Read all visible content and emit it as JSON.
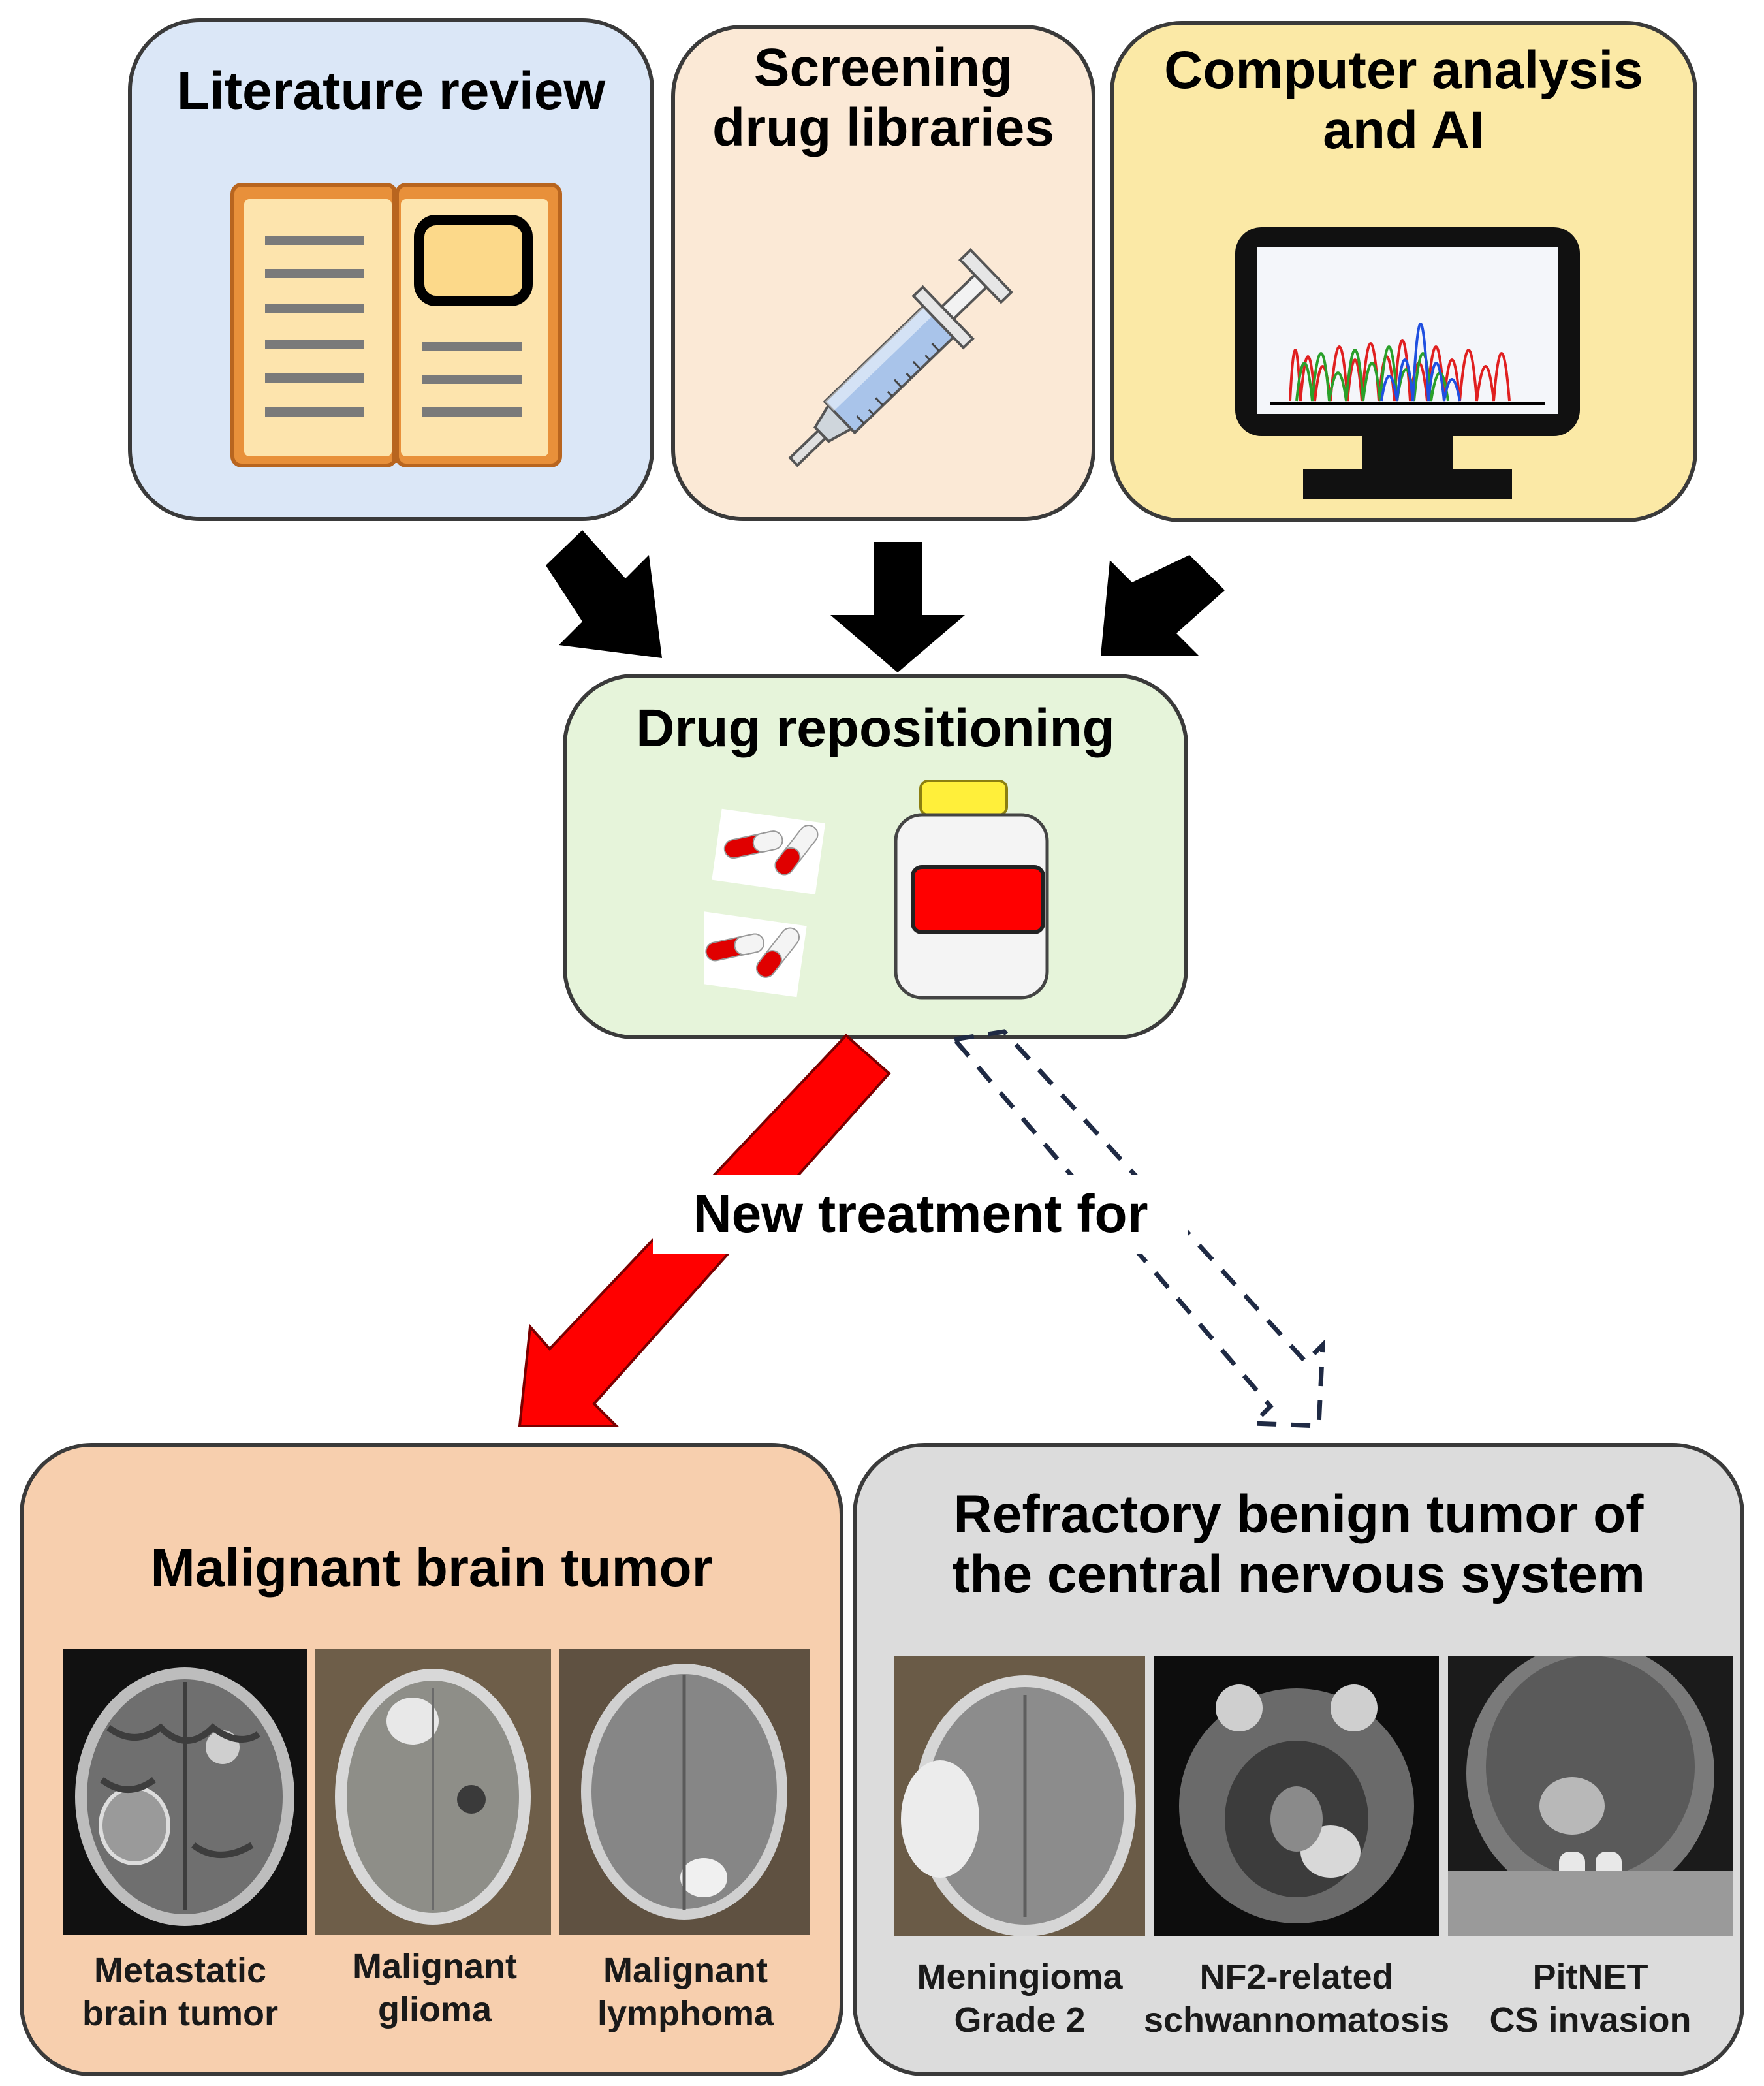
{
  "sources": {
    "literature": {
      "title": "Literature review",
      "icon": "open-book-icon"
    },
    "screening": {
      "title_line1": "Screening",
      "title_line2": "drug libraries",
      "icon": "syringe-icon"
    },
    "computer": {
      "title_line1": "Computer analysis",
      "title_line2": "and AI",
      "icon": "monitor-chromatogram-icon"
    }
  },
  "center": {
    "title": "Drug repositioning",
    "icon": "pill-bottle-icon"
  },
  "connector_label": "New treatment for",
  "targets": {
    "malignant": {
      "title": "Malignant brain tumor",
      "images": [
        {
          "caption_line1": "Metastatic",
          "caption_line2": "brain tumor"
        },
        {
          "caption_line1": "Malignant",
          "caption_line2": "glioma"
        },
        {
          "caption_line1": "Malignant",
          "caption_line2": "lymphoma"
        }
      ]
    },
    "benign": {
      "title_line1": "Refractory benign tumor of",
      "title_line2": "the central nervous system",
      "images": [
        {
          "caption_line1": "Meningioma",
          "caption_line2": "Grade 2"
        },
        {
          "caption_line1": "NF2-related",
          "caption_line2": "schwannomatosis"
        },
        {
          "caption_line1": "PitNET",
          "caption_line2": "CS invasion"
        }
      ]
    }
  },
  "colors": {
    "literature_bg": "#dbe7f7",
    "screening_bg": "#fbe9d6",
    "computer_bg": "#fbe9a6",
    "repositioning_bg": "#e6f4da",
    "malignant_bg": "#f7cfae",
    "benign_bg": "#dcdcdc",
    "malignant_arrow": "#ff0000",
    "benign_arrow": "#1f2a44"
  }
}
